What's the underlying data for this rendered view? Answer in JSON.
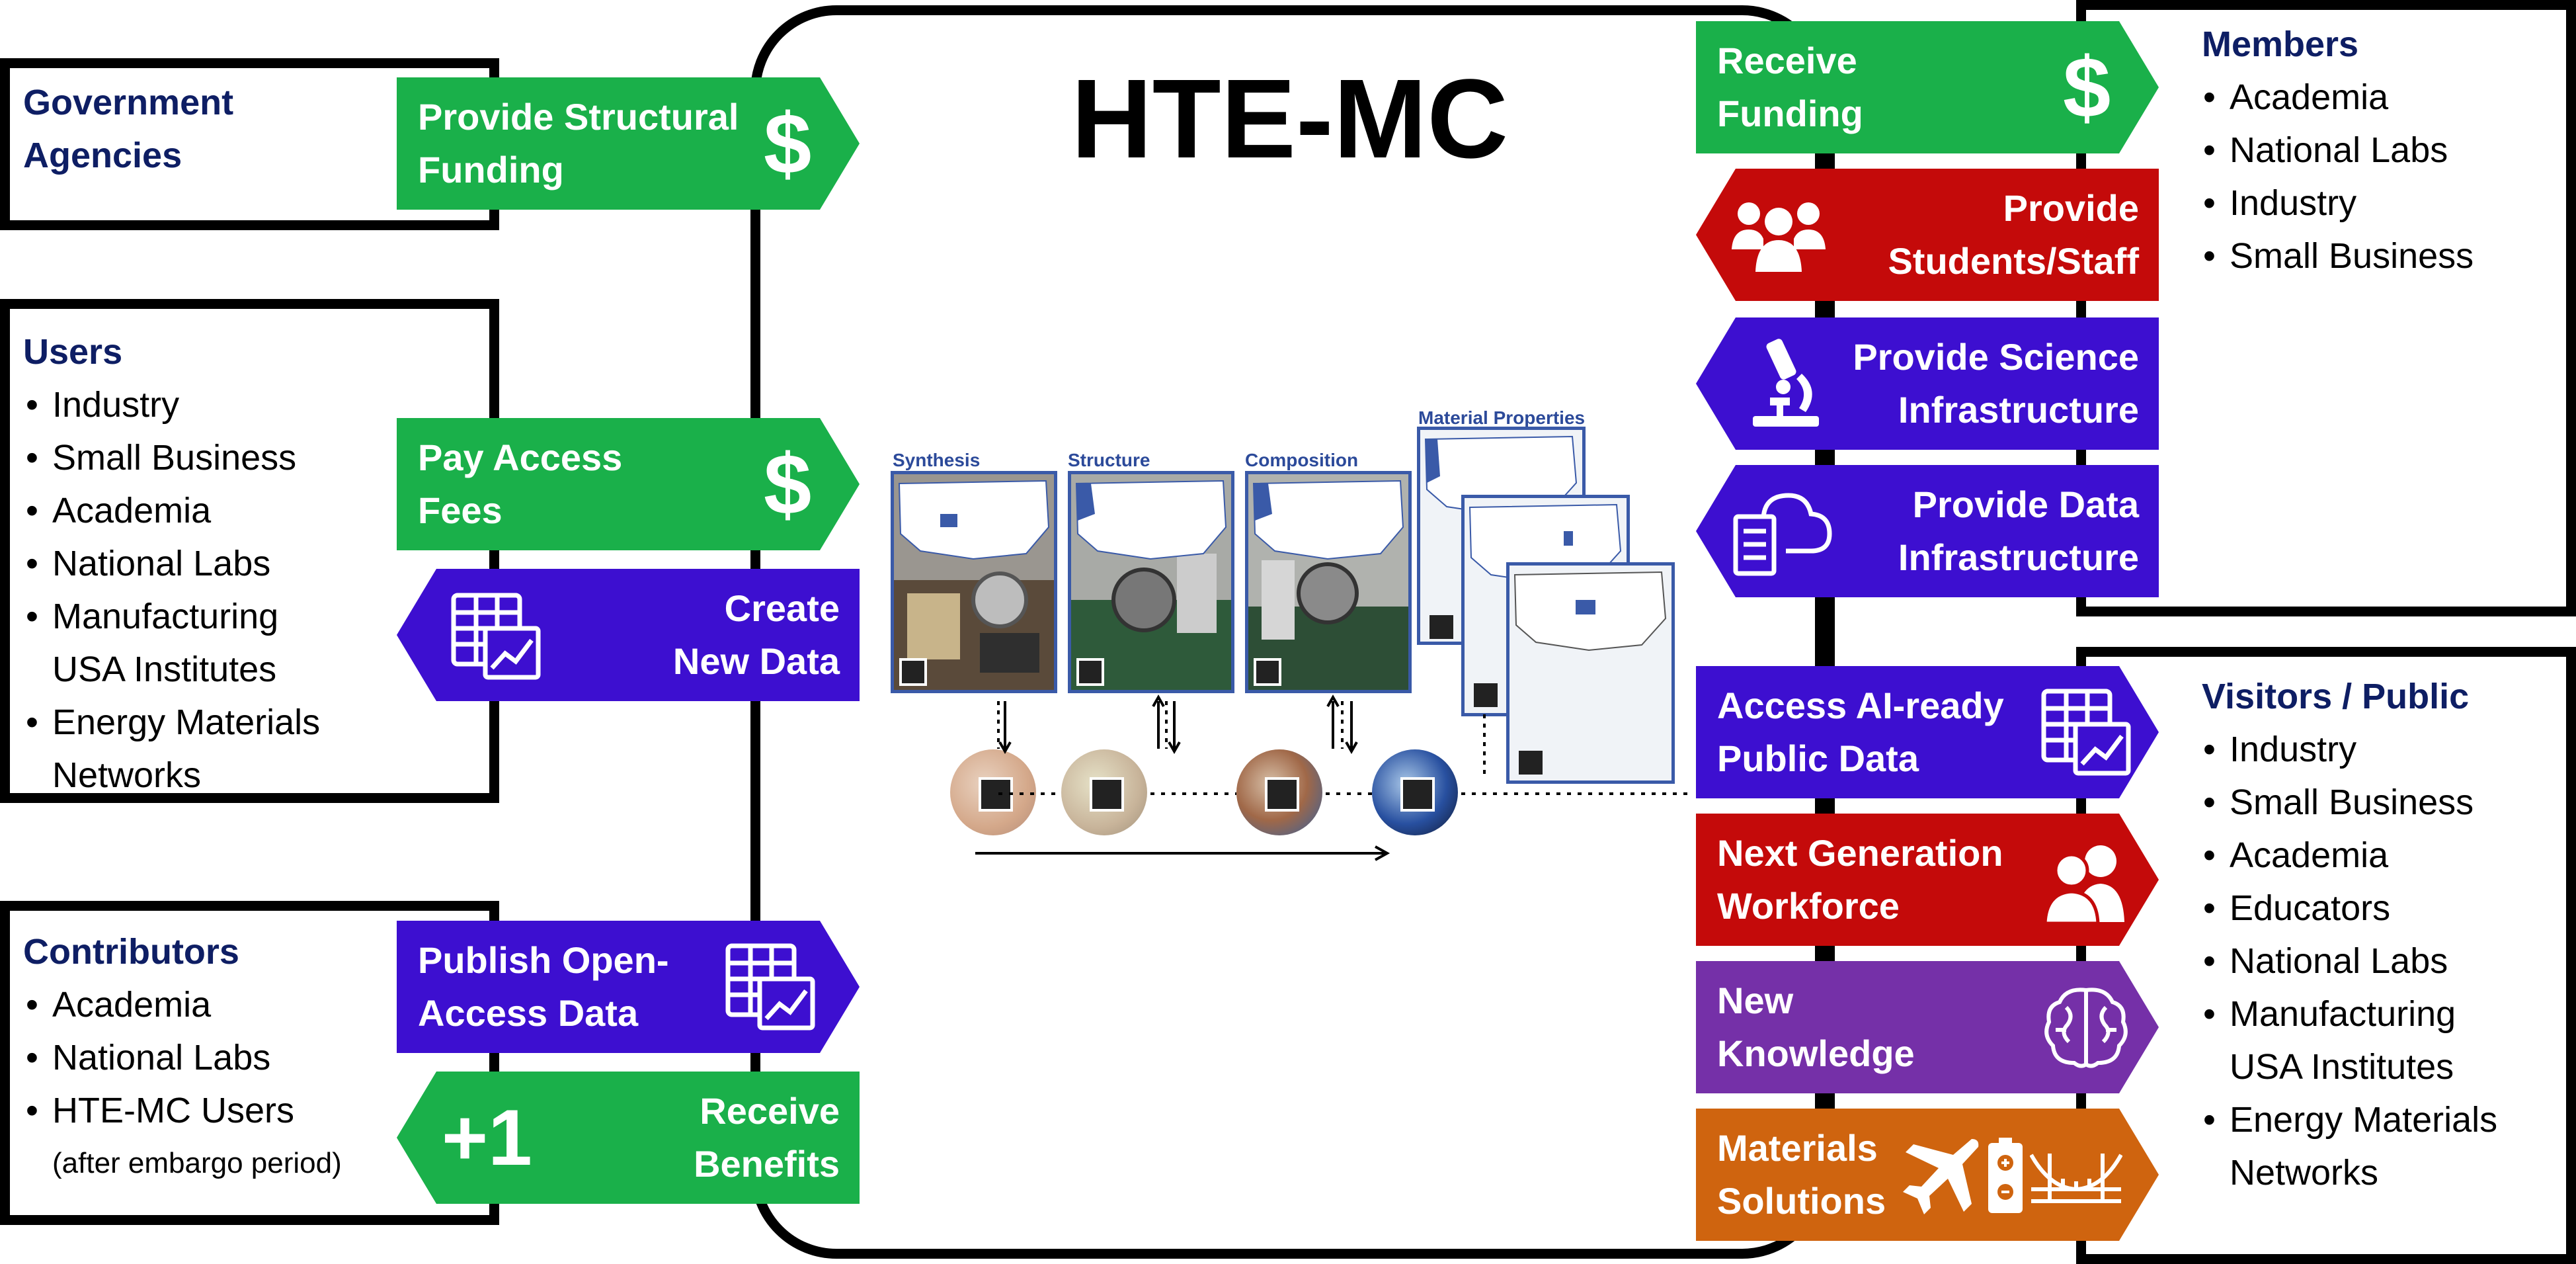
{
  "title": "HTE-MC",
  "left_boxes": {
    "gov": {
      "title_line1": "Government",
      "title_line2": "Agencies"
    },
    "users": {
      "title": "Users",
      "items": [
        "Industry",
        "Small Business",
        "Academia",
        "National Labs",
        "Manufacturing",
        "USA Institutes",
        "Energy Materials",
        "Networks"
      ]
    },
    "contributors": {
      "title": "Contributors",
      "items": [
        "Academia",
        "National Labs",
        "HTE-MC Users"
      ],
      "note": "(after embargo period)"
    }
  },
  "right_boxes": {
    "members": {
      "title": "Members",
      "items": [
        "Academia",
        "National Labs",
        "Industry",
        "Small Business"
      ]
    },
    "visitors": {
      "title": "Visitors / Public",
      "items": [
        "Industry",
        "Small Business",
        "Academia",
        "Educators",
        "National Labs",
        "Manufacturing",
        "USA Institutes",
        "Energy Materials",
        "Networks"
      ]
    }
  },
  "left_arrows": {
    "structural": {
      "line1": "Provide Structural",
      "line2": "Funding",
      "symbol": "$"
    },
    "access_fees": {
      "line1": "Pay Access",
      "line2": "Fees",
      "symbol": "$"
    },
    "create_data": {
      "line1": "Create",
      "line2": "New Data",
      "icon": "spreadsheet-chart-icon"
    },
    "publish": {
      "line1": "Publish Open-",
      "line2": "Access Data",
      "icon": "spreadsheet-chart-icon"
    },
    "benefits": {
      "line1": "Receive",
      "line2": "Benefits",
      "symbol": "+1"
    }
  },
  "right_arrows": {
    "receive_funding": {
      "line1": "Receive",
      "line2": "Funding",
      "symbol": "$"
    },
    "students": {
      "line1": "Provide",
      "line2": "Students/Staff",
      "icon": "people-group-icon"
    },
    "science": {
      "line1": "Provide Science",
      "line2": "Infrastructure",
      "icon": "microscope-icon"
    },
    "data_infra": {
      "line1": "Provide Data",
      "line2": "Infrastructure",
      "icon": "server-cloud-icon"
    },
    "ai_data": {
      "line1": "Access AI-ready",
      "line2": "Public Data",
      "icon": "spreadsheet-chart-icon"
    },
    "workforce": {
      "line1": "Next Generation",
      "line2": "Workforce",
      "icon": "workers-icon"
    },
    "knowledge": {
      "line1": "New",
      "line2": "Knowledge",
      "icon": "brain-icon"
    },
    "solutions": {
      "line1": "Materials",
      "line2": "Solutions",
      "icons": [
        "airplane-icon",
        "battery-icon",
        "bridge-icon"
      ]
    }
  },
  "workflow": {
    "stages": [
      "Synthesis",
      "Structure",
      "Composition",
      "Material Properties"
    ]
  },
  "colors": {
    "green": "#1ab04a",
    "blue": "#3d0fd0",
    "red": "#c40a0a",
    "purple": "#7530a8",
    "orange": "#cf640f",
    "navy": "#0e1e64"
  }
}
